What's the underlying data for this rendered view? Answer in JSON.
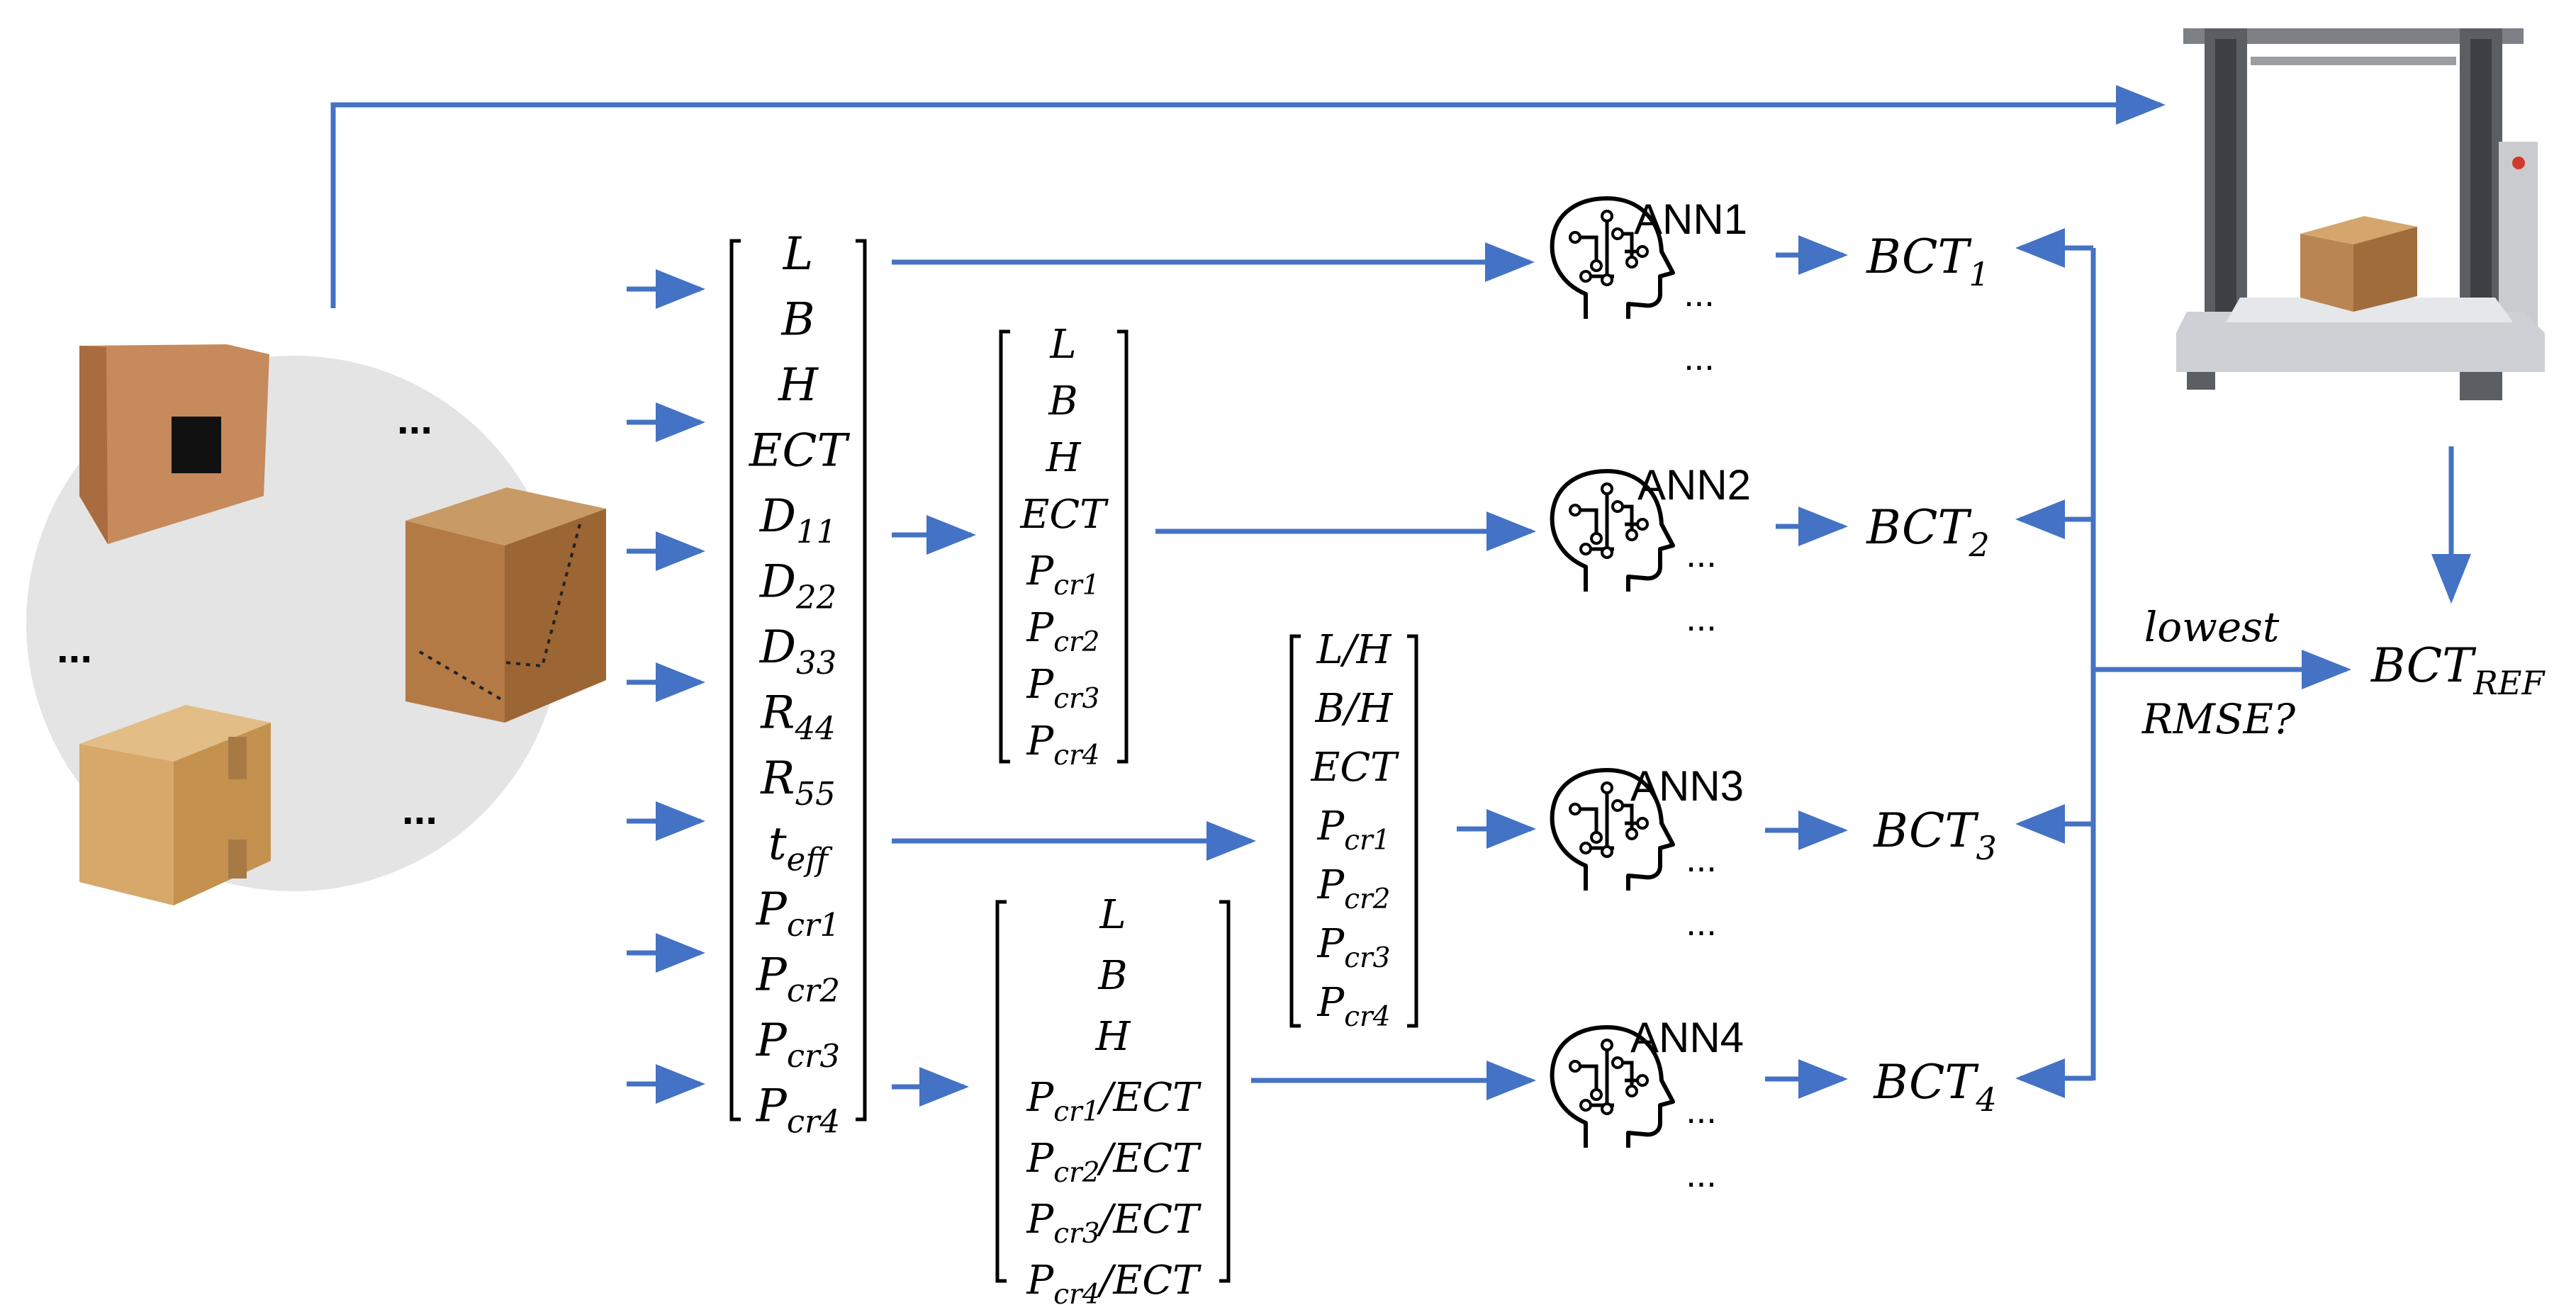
{
  "colors": {
    "arrow": "#4472c4",
    "bracket": "#000000",
    "circle": "#e4e4e4"
  },
  "ellipsis": "...",
  "input_vector_full": [
    {
      "base": "L",
      "sub": ""
    },
    {
      "base": "B",
      "sub": ""
    },
    {
      "base": "H",
      "sub": ""
    },
    {
      "base": "ECT",
      "sub": ""
    },
    {
      "base": "D",
      "sub": "11"
    },
    {
      "base": "D",
      "sub": "22"
    },
    {
      "base": "D",
      "sub": "33"
    },
    {
      "base": "R",
      "sub": "44"
    },
    {
      "base": "R",
      "sub": "55"
    },
    {
      "base": "t",
      "sub": "eff"
    },
    {
      "base": "P",
      "sub": "cr1"
    },
    {
      "base": "P",
      "sub": "cr2"
    },
    {
      "base": "P",
      "sub": "cr3"
    },
    {
      "base": "P",
      "sub": "cr4"
    }
  ],
  "input_vector_2": [
    {
      "base": "L",
      "sub": ""
    },
    {
      "base": "B",
      "sub": ""
    },
    {
      "base": "H",
      "sub": ""
    },
    {
      "base": "ECT",
      "sub": ""
    },
    {
      "base": "P",
      "sub": "cr1"
    },
    {
      "base": "P",
      "sub": "cr2"
    },
    {
      "base": "P",
      "sub": "cr3"
    },
    {
      "base": "P",
      "sub": "cr4"
    }
  ],
  "input_vector_3": [
    {
      "base": "L/H",
      "sub": ""
    },
    {
      "base": "B/H",
      "sub": ""
    },
    {
      "base": "ECT",
      "sub": ""
    },
    {
      "base": "P",
      "sub": "cr1"
    },
    {
      "base": "P",
      "sub": "cr2"
    },
    {
      "base": "P",
      "sub": "cr3"
    },
    {
      "base": "P",
      "sub": "cr4"
    }
  ],
  "input_vector_4": [
    {
      "base": "L",
      "sub": "",
      "post": ""
    },
    {
      "base": "B",
      "sub": "",
      "post": ""
    },
    {
      "base": "H",
      "sub": "",
      "post": ""
    },
    {
      "base": "P",
      "sub": "cr1",
      "post": "/ECT"
    },
    {
      "base": "P",
      "sub": "cr2",
      "post": "/ECT"
    },
    {
      "base": "P",
      "sub": "cr3",
      "post": "/ECT"
    },
    {
      "base": "P",
      "sub": "cr4",
      "post": "/ECT"
    }
  ],
  "networks": [
    {
      "label": "ANN1",
      "output_base": "BCT",
      "output_sub": "1"
    },
    {
      "label": "ANN2",
      "output_base": "BCT",
      "output_sub": "2"
    },
    {
      "label": "ANN3",
      "output_base": "BCT",
      "output_sub": "3"
    },
    {
      "label": "ANN4",
      "output_base": "BCT",
      "output_sub": "4"
    }
  ],
  "selection": {
    "line1": "lowest",
    "line2": "RMSE?"
  },
  "reference": {
    "base": "BCT",
    "sub": "REF"
  }
}
